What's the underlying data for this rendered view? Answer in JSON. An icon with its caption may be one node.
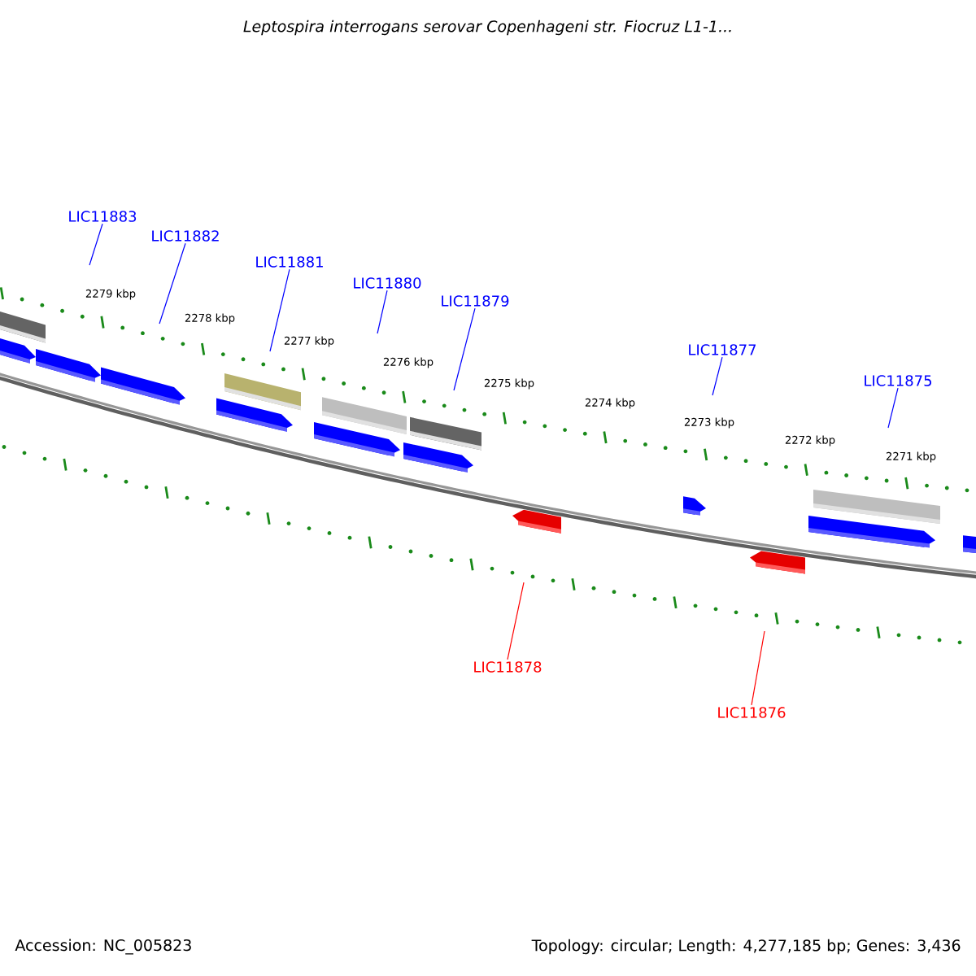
{
  "diagram": {
    "title": "Leptospira interrogans serovar Copenhageni str. Fiocruz L1-1...",
    "nodes": [
      {
        "text": [
          "LIC11883"
        ]
      },
      {
        "text": [
          "LIC11882"
        ]
      },
      {
        "text": [
          "LIC11881"
        ]
      },
      {
        "text": [
          "LIC11880"
        ]
      },
      {
        "text": [
          "LIC11879"
        ]
      },
      {
        "text": [
          "LIC11877"
        ]
      },
      {
        "text": [
          "LIC11875"
        ]
      },
      {
        "text": [
          "LIC11878"
        ]
      },
      {
        "text": [
          "LIC11876"
        ]
      }
    ],
    "edges": [
      {
        "from": 0,
        "to": null,
        "arrow": "none"
      },
      {
        "from": 1,
        "to": null,
        "arrow": "none"
      },
      {
        "from": 2,
        "to": null,
        "arrow": "none"
      },
      {
        "from": 3,
        "to": null,
        "arrow": "none"
      },
      {
        "from": 4,
        "to": null,
        "arrow": "none"
      },
      {
        "from": 5,
        "to": null,
        "arrow": "none"
      },
      {
        "from": 6,
        "to": null,
        "arrow": "none"
      },
      {
        "from": 7,
        "to": null,
        "arrow": "none",
        "color": "#ff0000"
      },
      {
        "from": 8,
        "to": null,
        "arrow": "none",
        "color": "#ff0000"
      }
    ],
    "labels": [
      "2279 kbp",
      "2278 kbp",
      "2277 kbp",
      "2276 kbp",
      "2275 kbp",
      "2274 kbp",
      "2273 kbp",
      "2272 kbp",
      "2271 kbp",
      "Accession: NC_005823",
      "Topology: circular; Length: 4,277,185 bp; Genes: 3,436"
    ]
  }
}
